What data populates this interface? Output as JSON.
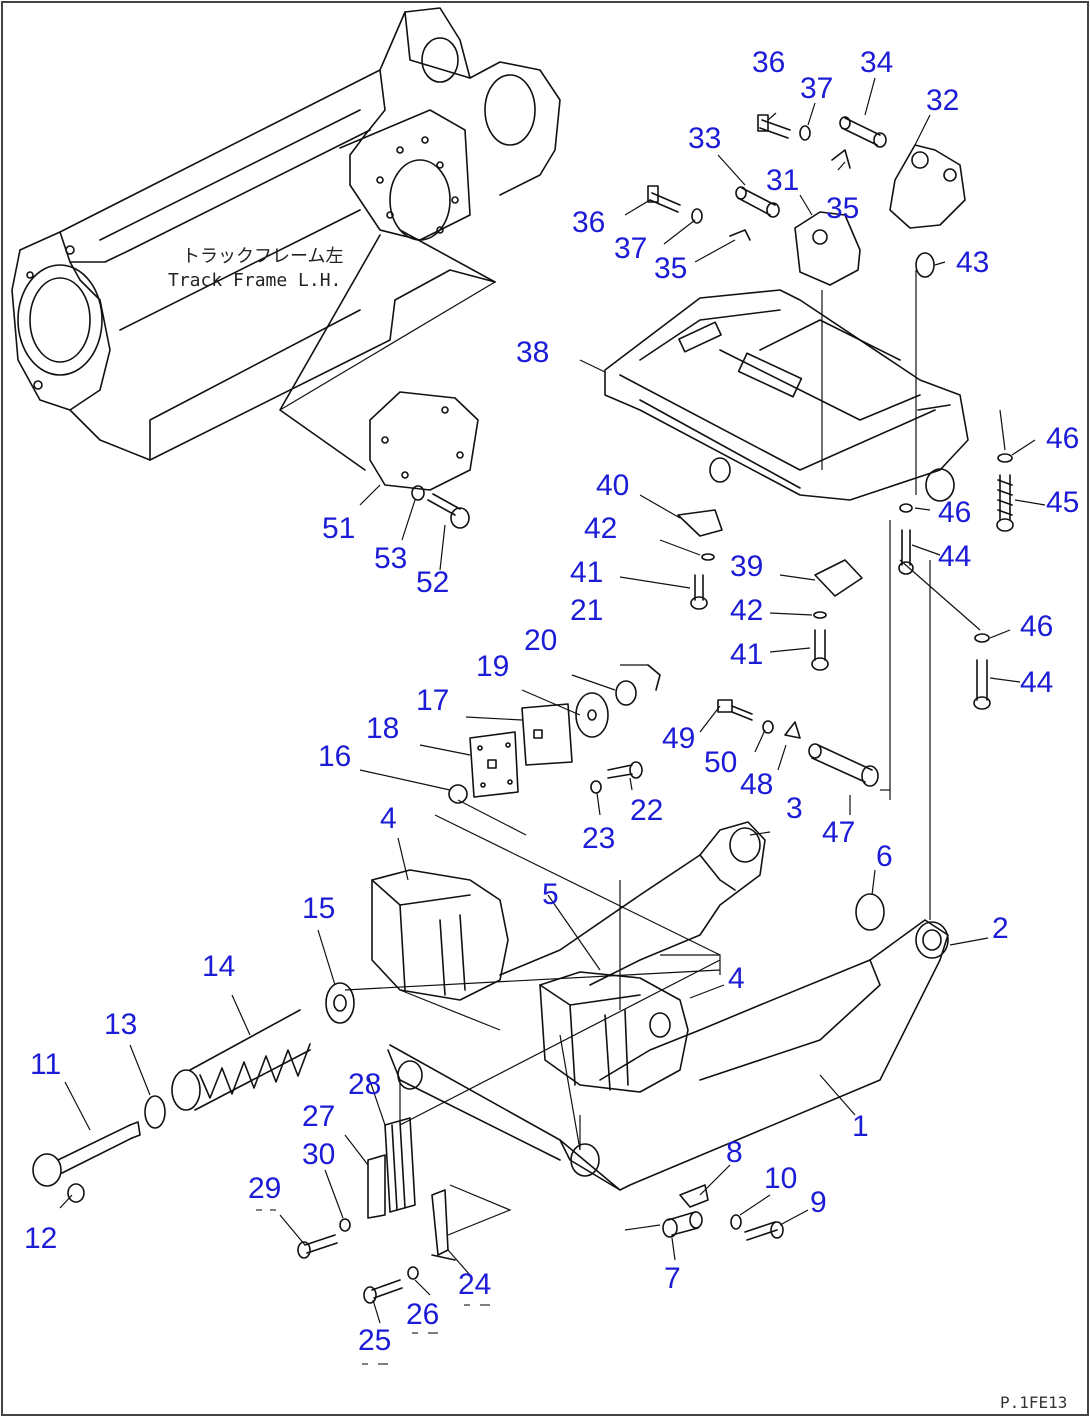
{
  "frame_label": {
    "jp": "トラックフレーム左",
    "en": "Track Frame L.H."
  },
  "figure_code": "P.1FE13",
  "callouts": [
    "36",
    "37",
    "34",
    "32",
    "33",
    "31",
    "35",
    "36",
    "37",
    "35",
    "43",
    "38",
    "46",
    "45",
    "46",
    "44",
    "51",
    "53",
    "52",
    "40",
    "42",
    "41",
    "39",
    "42",
    "41",
    "46",
    "44",
    "21",
    "20",
    "19",
    "17",
    "18",
    "16",
    "49",
    "50",
    "48",
    "22",
    "23",
    "47",
    "4",
    "3",
    "6",
    "15",
    "5",
    "4",
    "2",
    "14",
    "13",
    "11",
    "12",
    "28",
    "27",
    "30",
    "29",
    "24",
    "26",
    "25",
    "1",
    "8",
    "10",
    "9",
    "7"
  ],
  "colors": {
    "callout": "#1c1cd6",
    "line": "#111111",
    "frame": "#444444"
  }
}
